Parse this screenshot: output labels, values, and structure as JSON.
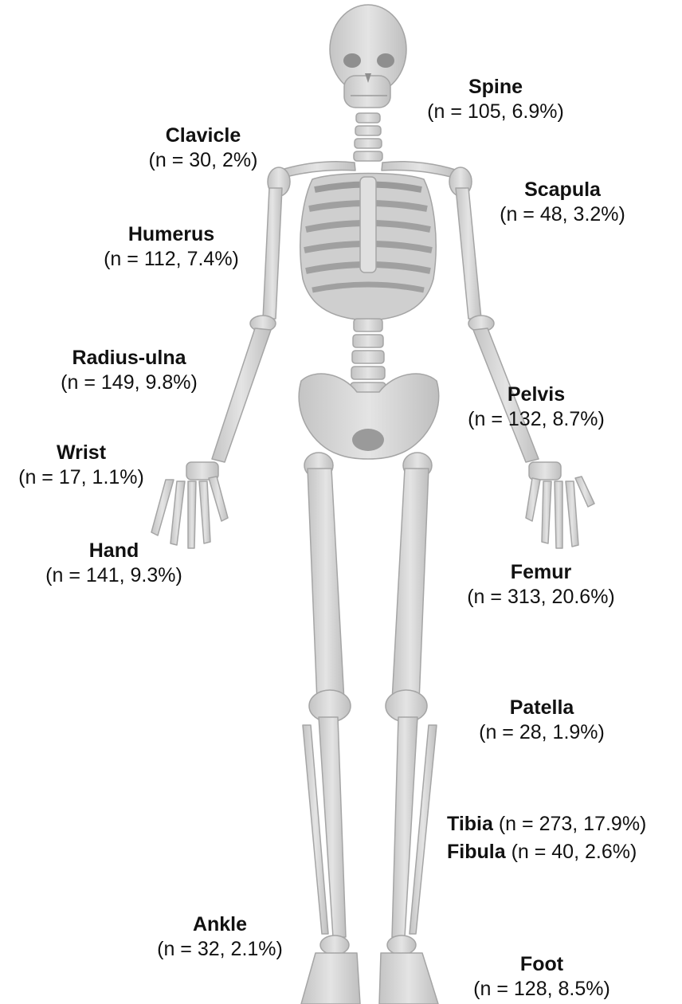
{
  "labels": {
    "spine": {
      "name": "Spine",
      "value": "(n = 105, 6.9%)"
    },
    "clavicle": {
      "name": "Clavicle",
      "value": "(n = 30, 2%)"
    },
    "scapula": {
      "name": "Scapula",
      "value": "(n = 48, 3.2%)"
    },
    "humerus": {
      "name": "Humerus",
      "value": "(n = 112, 7.4%)"
    },
    "radius": {
      "name": "Radius-ulna",
      "value": "(n = 149, 9.8%)"
    },
    "pelvis": {
      "name": "Pelvis",
      "value": "(n = 132, 8.7%)"
    },
    "wrist": {
      "name": "Wrist",
      "value": "(n = 17, 1.1%)"
    },
    "hand": {
      "name": "Hand",
      "value": "(n = 141, 9.3%)"
    },
    "femur": {
      "name": "Femur",
      "value": "(n = 313, 20.6%)"
    },
    "patella": {
      "name": "Patella",
      "value": "(n = 28, 1.9%)"
    },
    "tibia": {
      "name": "Tibia",
      "value": "(n = 273, 17.9%)"
    },
    "fibula": {
      "name": "Fibula",
      "value": "(n = 40, 2.6%)"
    },
    "ankle": {
      "name": "Ankle",
      "value": "(n = 32, 2.1%)"
    },
    "foot": {
      "name": "Foot",
      "value": "(n = 128, 8.5%)"
    }
  },
  "colors": {
    "bone": "#d9d9d9",
    "bone_edge": "#a8a8a8",
    "bone_shadow": "#bdbdbd",
    "text": "#111111"
  }
}
